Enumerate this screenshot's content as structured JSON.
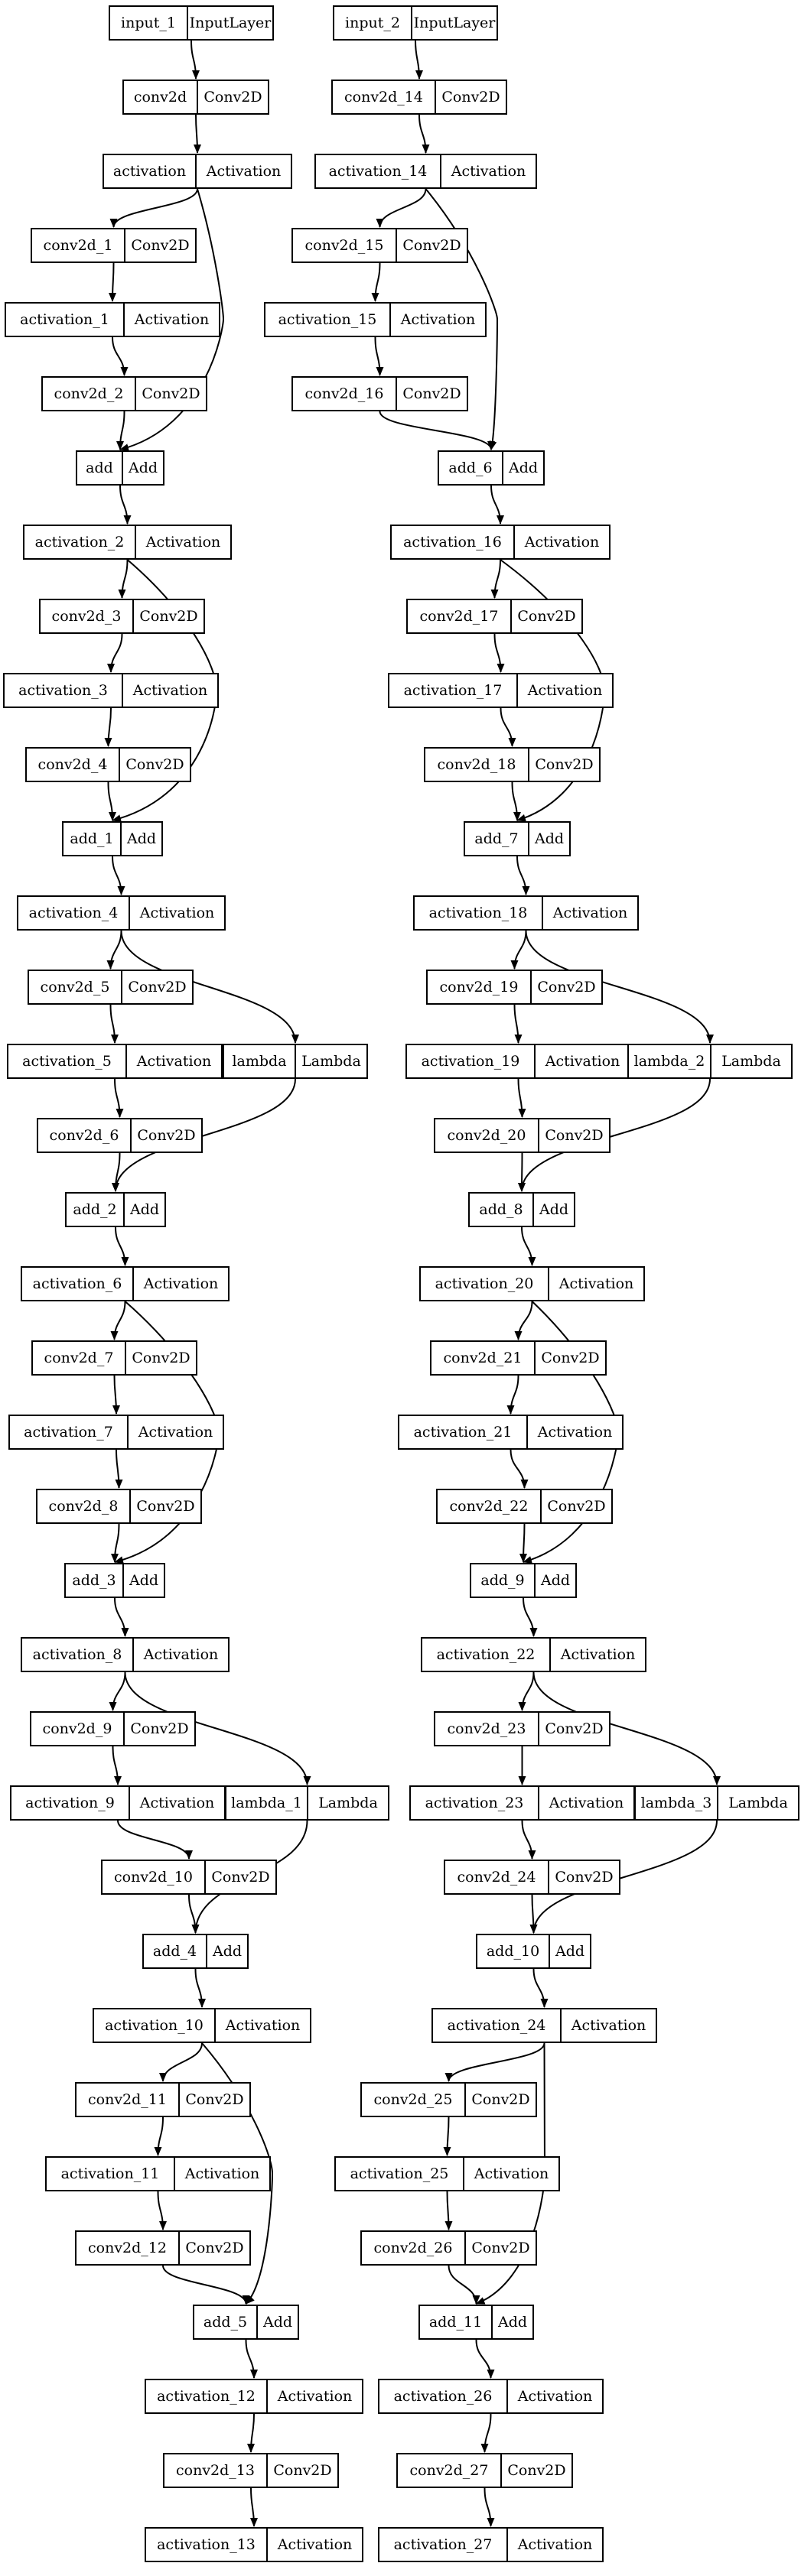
{
  "layers": [
    {
      "id": "input_1",
      "type": "InputLayer"
    },
    {
      "id": "conv2d",
      "type": "Conv2D"
    },
    {
      "id": "activation",
      "type": "Activation"
    },
    {
      "id": "conv2d_1",
      "type": "Conv2D"
    },
    {
      "id": "activation_1",
      "type": "Activation"
    },
    {
      "id": "conv2d_2",
      "type": "Conv2D"
    },
    {
      "id": "add",
      "type": "Add"
    },
    {
      "id": "activation_2",
      "type": "Activation"
    },
    {
      "id": "conv2d_3",
      "type": "Conv2D"
    },
    {
      "id": "activation_3",
      "type": "Activation"
    },
    {
      "id": "conv2d_4",
      "type": "Conv2D"
    },
    {
      "id": "add_1",
      "type": "Add"
    },
    {
      "id": "activation_4",
      "type": "Activation"
    },
    {
      "id": "conv2d_5",
      "type": "Conv2D"
    },
    {
      "id": "activation_5",
      "type": "Activation"
    },
    {
      "id": "lambda",
      "type": "Lambda"
    },
    {
      "id": "conv2d_6",
      "type": "Conv2D"
    },
    {
      "id": "add_2",
      "type": "Add"
    },
    {
      "id": "activation_6",
      "type": "Activation"
    },
    {
      "id": "conv2d_7",
      "type": "Conv2D"
    },
    {
      "id": "activation_7",
      "type": "Activation"
    },
    {
      "id": "conv2d_8",
      "type": "Conv2D"
    },
    {
      "id": "add_3",
      "type": "Add"
    },
    {
      "id": "activation_8",
      "type": "Activation"
    },
    {
      "id": "conv2d_9",
      "type": "Conv2D"
    },
    {
      "id": "activation_9",
      "type": "Activation"
    },
    {
      "id": "lambda_1",
      "type": "Lambda"
    },
    {
      "id": "conv2d_10",
      "type": "Conv2D"
    },
    {
      "id": "add_4",
      "type": "Add"
    },
    {
      "id": "activation_10",
      "type": "Activation"
    },
    {
      "id": "conv2d_11",
      "type": "Conv2D"
    },
    {
      "id": "activation_11",
      "type": "Activation"
    },
    {
      "id": "conv2d_12",
      "type": "Conv2D"
    },
    {
      "id": "add_5",
      "type": "Add"
    },
    {
      "id": "activation_12",
      "type": "Activation"
    },
    {
      "id": "conv2d_13",
      "type": "Conv2D"
    },
    {
      "id": "activation_13",
      "type": "Activation"
    },
    {
      "id": "input_2",
      "type": "InputLayer"
    },
    {
      "id": "conv2d_14",
      "type": "Conv2D"
    },
    {
      "id": "activation_14",
      "type": "Activation"
    },
    {
      "id": "conv2d_15",
      "type": "Conv2D"
    },
    {
      "id": "activation_15",
      "type": "Activation"
    },
    {
      "id": "conv2d_16",
      "type": "Conv2D"
    },
    {
      "id": "add_6",
      "type": "Add"
    },
    {
      "id": "activation_16",
      "type": "Activation"
    },
    {
      "id": "conv2d_17",
      "type": "Conv2D"
    },
    {
      "id": "activation_17",
      "type": "Activation"
    },
    {
      "id": "conv2d_18",
      "type": "Conv2D"
    },
    {
      "id": "add_7",
      "type": "Add"
    },
    {
      "id": "activation_18",
      "type": "Activation"
    },
    {
      "id": "conv2d_19",
      "type": "Conv2D"
    },
    {
      "id": "activation_19",
      "type": "Activation"
    },
    {
      "id": "lambda_2",
      "type": "Lambda"
    },
    {
      "id": "conv2d_20",
      "type": "Conv2D"
    },
    {
      "id": "add_8",
      "type": "Add"
    },
    {
      "id": "activation_20",
      "type": "Activation"
    },
    {
      "id": "conv2d_21",
      "type": "Conv2D"
    },
    {
      "id": "activation_21",
      "type": "Activation"
    },
    {
      "id": "conv2d_22",
      "type": "Conv2D"
    },
    {
      "id": "add_9",
      "type": "Add"
    },
    {
      "id": "activation_22",
      "type": "Activation"
    },
    {
      "id": "conv2d_23",
      "type": "Conv2D"
    },
    {
      "id": "activation_23",
      "type": "Activation"
    },
    {
      "id": "lambda_3",
      "type": "Lambda"
    },
    {
      "id": "conv2d_24",
      "type": "Conv2D"
    },
    {
      "id": "add_10",
      "type": "Add"
    },
    {
      "id": "activation_24",
      "type": "Activation"
    },
    {
      "id": "conv2d_25",
      "type": "Conv2D"
    },
    {
      "id": "activation_25",
      "type": "Activation"
    },
    {
      "id": "conv2d_26",
      "type": "Conv2D"
    },
    {
      "id": "add_11",
      "type": "Add"
    },
    {
      "id": "activation_26",
      "type": "Activation"
    },
    {
      "id": "conv2d_27",
      "type": "Conv2D"
    },
    {
      "id": "activation_27",
      "type": "Activation"
    }
  ],
  "edges": [
    [
      "input_1",
      "conv2d"
    ],
    [
      "conv2d",
      "activation"
    ],
    [
      "activation",
      "conv2d_1"
    ],
    [
      "activation",
      "add"
    ],
    [
      "conv2d_1",
      "activation_1"
    ],
    [
      "activation_1",
      "conv2d_2"
    ],
    [
      "conv2d_2",
      "add"
    ],
    [
      "add",
      "activation_2"
    ],
    [
      "activation_2",
      "conv2d_3"
    ],
    [
      "activation_2",
      "add_1"
    ],
    [
      "conv2d_3",
      "activation_3"
    ],
    [
      "activation_3",
      "conv2d_4"
    ],
    [
      "conv2d_4",
      "add_1"
    ],
    [
      "add_1",
      "activation_4"
    ],
    [
      "activation_4",
      "conv2d_5"
    ],
    [
      "activation_4",
      "lambda"
    ],
    [
      "conv2d_5",
      "activation_5"
    ],
    [
      "activation_5",
      "conv2d_6"
    ],
    [
      "conv2d_6",
      "add_2"
    ],
    [
      "lambda",
      "add_2"
    ],
    [
      "add_2",
      "activation_6"
    ],
    [
      "activation_6",
      "conv2d_7"
    ],
    [
      "activation_6",
      "add_3"
    ],
    [
      "conv2d_7",
      "activation_7"
    ],
    [
      "activation_7",
      "conv2d_8"
    ],
    [
      "conv2d_8",
      "add_3"
    ],
    [
      "add_3",
      "activation_8"
    ],
    [
      "activation_8",
      "conv2d_9"
    ],
    [
      "activation_8",
      "lambda_1"
    ],
    [
      "conv2d_9",
      "activation_9"
    ],
    [
      "activation_9",
      "conv2d_10"
    ],
    [
      "conv2d_10",
      "add_4"
    ],
    [
      "lambda_1",
      "add_4"
    ],
    [
      "add_4",
      "activation_10"
    ],
    [
      "activation_10",
      "conv2d_11"
    ],
    [
      "activation_10",
      "add_5"
    ],
    [
      "conv2d_11",
      "activation_11"
    ],
    [
      "activation_11",
      "conv2d_12"
    ],
    [
      "conv2d_12",
      "add_5"
    ],
    [
      "add_5",
      "activation_12"
    ],
    [
      "activation_12",
      "conv2d_13"
    ],
    [
      "conv2d_13",
      "activation_13"
    ],
    [
      "input_2",
      "conv2d_14"
    ],
    [
      "conv2d_14",
      "activation_14"
    ],
    [
      "activation_14",
      "conv2d_15"
    ],
    [
      "activation_14",
      "add_6"
    ],
    [
      "conv2d_15",
      "activation_15"
    ],
    [
      "activation_15",
      "conv2d_16"
    ],
    [
      "conv2d_16",
      "add_6"
    ],
    [
      "add_6",
      "activation_16"
    ],
    [
      "activation_16",
      "conv2d_17"
    ],
    [
      "activation_16",
      "add_7"
    ],
    [
      "conv2d_17",
      "activation_17"
    ],
    [
      "activation_17",
      "conv2d_18"
    ],
    [
      "conv2d_18",
      "add_7"
    ],
    [
      "add_7",
      "activation_18"
    ],
    [
      "activation_18",
      "conv2d_19"
    ],
    [
      "activation_18",
      "lambda_2"
    ],
    [
      "conv2d_19",
      "activation_19"
    ],
    [
      "activation_19",
      "conv2d_20"
    ],
    [
      "conv2d_20",
      "add_8"
    ],
    [
      "lambda_2",
      "add_8"
    ],
    [
      "add_8",
      "activation_20"
    ],
    [
      "activation_20",
      "conv2d_21"
    ],
    [
      "activation_20",
      "add_9"
    ],
    [
      "conv2d_21",
      "activation_21"
    ],
    [
      "activation_21",
      "conv2d_22"
    ],
    [
      "conv2d_22",
      "add_9"
    ],
    [
      "add_9",
      "activation_22"
    ],
    [
      "activation_22",
      "conv2d_23"
    ],
    [
      "activation_22",
      "lambda_3"
    ],
    [
      "conv2d_23",
      "activation_23"
    ],
    [
      "activation_23",
      "conv2d_24"
    ],
    [
      "conv2d_24",
      "add_10"
    ],
    [
      "lambda_3",
      "add_10"
    ],
    [
      "add_10",
      "activation_24"
    ],
    [
      "activation_24",
      "conv2d_25"
    ],
    [
      "activation_24",
      "add_11"
    ],
    [
      "conv2d_25",
      "activation_25"
    ],
    [
      "activation_25",
      "conv2d_26"
    ],
    [
      "conv2d_26",
      "add_11"
    ],
    [
      "add_11",
      "activation_26"
    ],
    [
      "activation_26",
      "conv2d_27"
    ],
    [
      "conv2d_27",
      "activation_27"
    ]
  ]
}
